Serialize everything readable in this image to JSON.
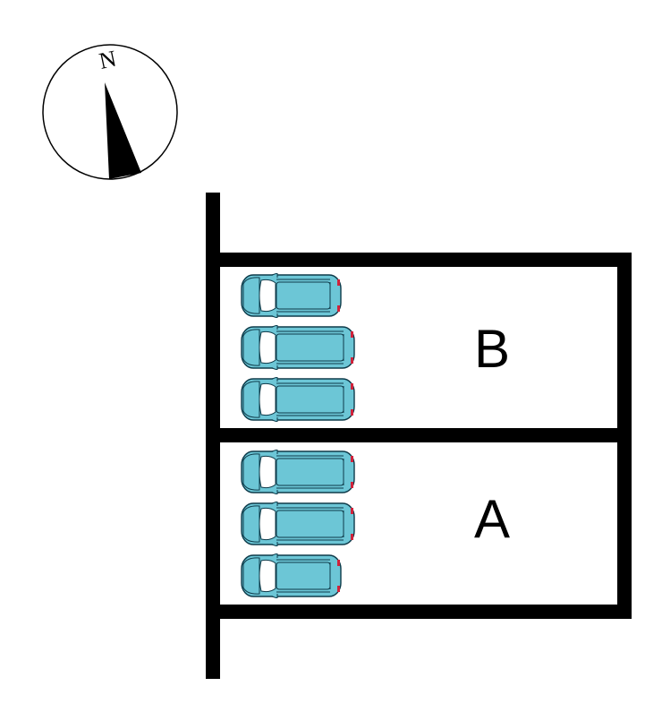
{
  "compass": {
    "north_label": "N",
    "icon": "north-arrow-icon"
  },
  "colors": {
    "car_body": "#6cc6d6",
    "car_outline": "#0e3b4a",
    "wall": "#000000",
    "tail_light": "#d0223a"
  },
  "lots": [
    {
      "id": "lot-b",
      "label": "B",
      "car_count": 3
    },
    {
      "id": "lot-a",
      "label": "A",
      "car_count": 3
    }
  ],
  "cars": [
    {
      "lot": "B",
      "type": "compact",
      "icon": "car-icon"
    },
    {
      "lot": "B",
      "type": "minivan",
      "icon": "car-icon"
    },
    {
      "lot": "B",
      "type": "minivan",
      "icon": "car-icon"
    },
    {
      "lot": "A",
      "type": "minivan",
      "icon": "car-icon"
    },
    {
      "lot": "A",
      "type": "minivan",
      "icon": "car-icon"
    },
    {
      "lot": "A",
      "type": "compact",
      "icon": "car-icon"
    }
  ]
}
